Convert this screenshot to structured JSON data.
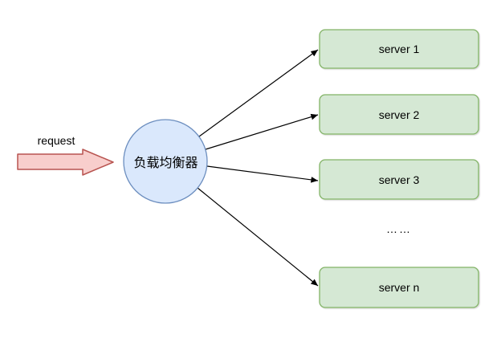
{
  "diagram": {
    "background": "#ffffff",
    "request_arrow": {
      "label": "request",
      "fill": "#f8cecc",
      "stroke": "#b85450"
    },
    "load_balancer": {
      "label": "负载均衡器",
      "fill": "#dae8fc",
      "stroke": "#6c8ebf"
    },
    "servers": {
      "fill": "#d5e8d4",
      "stroke": "#82b366",
      "ellipsis": "……",
      "items": [
        {
          "label": "server 1"
        },
        {
          "label": "server 2"
        },
        {
          "label": "server 3"
        },
        {
          "label": "server n"
        }
      ]
    },
    "connectors": {
      "color": "#000000"
    }
  }
}
